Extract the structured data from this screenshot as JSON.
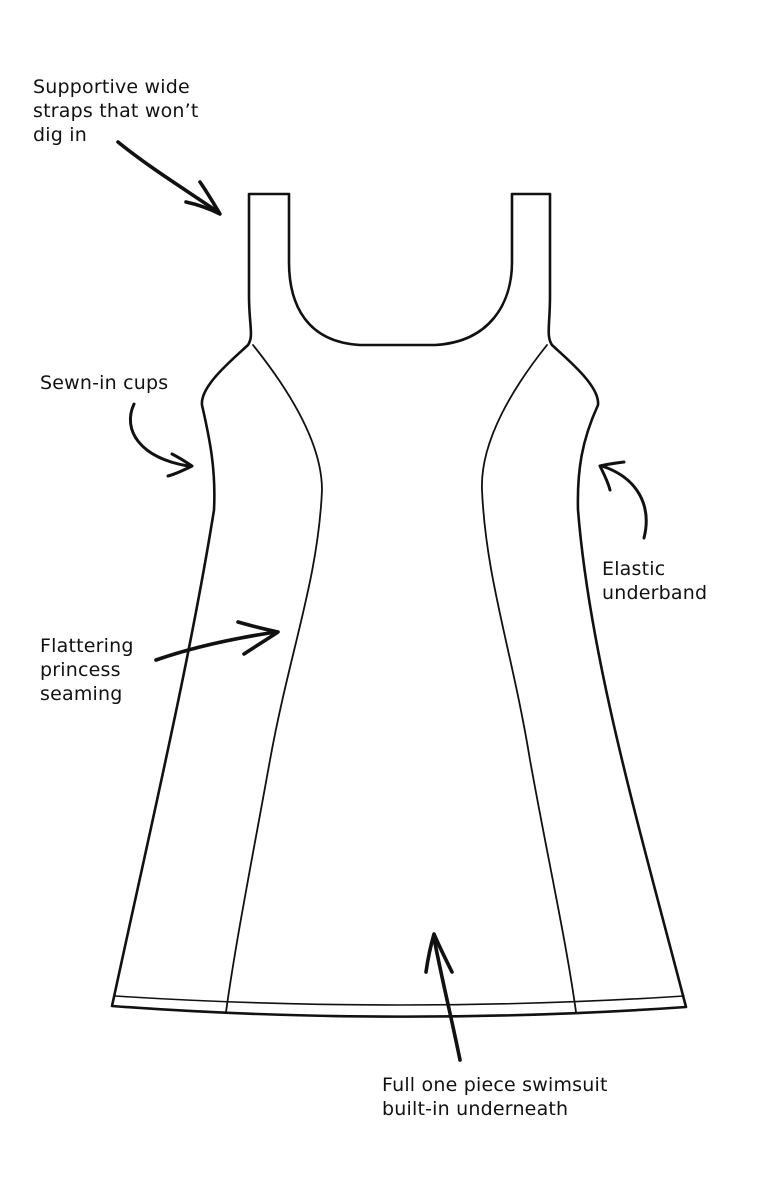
{
  "colors": {
    "ink": "#111111",
    "background": "#ffffff"
  },
  "annotations": {
    "straps": [
      "Supportive wide",
      "straps that won’t",
      "dig in"
    ],
    "cups": [
      "Sewn-in cups"
    ],
    "underband": [
      "Elastic",
      "underband"
    ],
    "seaming": [
      "Flattering",
      "princess",
      "seaming"
    ],
    "swimsuit": [
      "Full one piece swimsuit",
      "built-in underneath"
    ]
  }
}
